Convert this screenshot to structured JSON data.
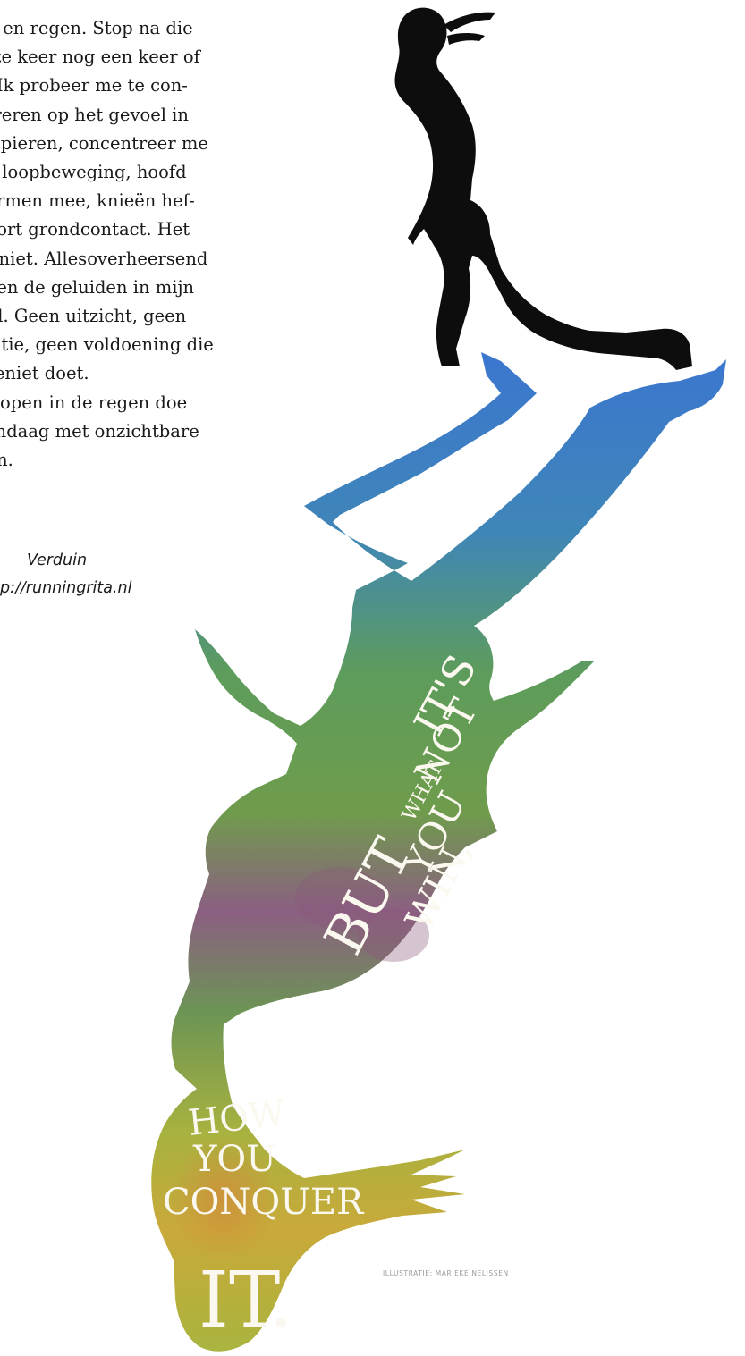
{
  "article": {
    "lines": [
      "nd en regen. Stop na die",
      "aste keer nog een keer of",
      "e. Ik probeer me te con-",
      "ntreren op het gevoel in",
      "n spieren, concentreer me",
      "de loopbeweging, hoofd",
      ", armen mee, knieën hef-",
      ", kort grondcontact. Het",
      "pt niet. Allesoverheersend",
      "nken de geluiden in mijn",
      "ofd. Geen uitzicht, geen",
      "statie, geen voldoening die",
      "t teniet doet.",
      "rdlopen in de regen doe",
      "vandaag met onzichtbare",
      "nen."
    ]
  },
  "signature": {
    "author": "Verduin",
    "website": "p://runningrita.nl"
  },
  "quote": {
    "w1": "IT'S",
    "w2": "NOT",
    "w3": "WHAT",
    "w4": "YOU",
    "w5": "WIN,",
    "w6": "BUT",
    "w7": "HOW",
    "w8": "YOU",
    "w9": "CONQUER",
    "w10": "IT."
  },
  "credit": "ILLUSTRATIE: MARIEKE NELISSEN",
  "colors": {
    "silhouette": "#0d0d0d",
    "reflection_blue": "#3f7ed0",
    "reflection_green": "#6fa84a",
    "reflection_purple": "#8a5a7a",
    "reflection_yellow": "#c4b73a",
    "reflection_orange": "#d48a3a",
    "lettering": "#fbf8ef"
  }
}
